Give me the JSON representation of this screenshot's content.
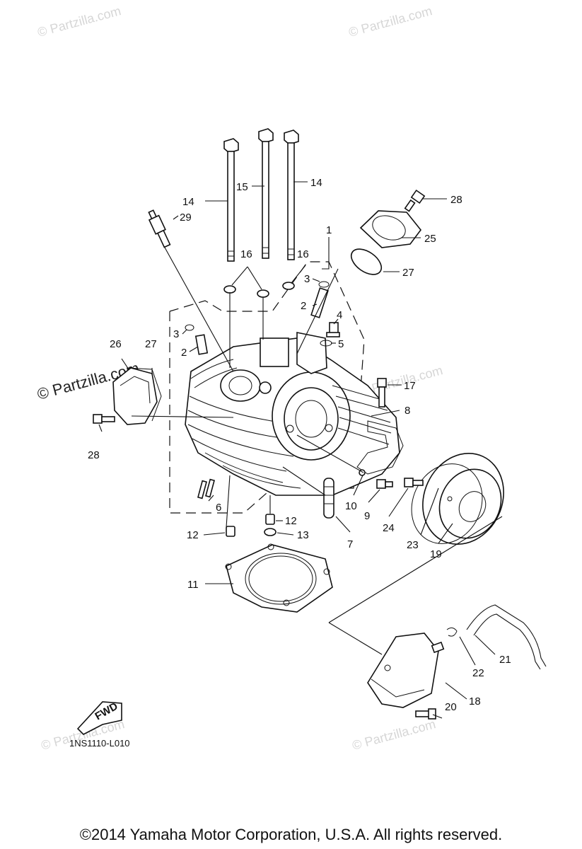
{
  "watermark_text": "© Partzilla.com",
  "watermark_brand": "© Partzilla.com",
  "fwd_label": "FWD",
  "diagram_code": "1NS1110-L010",
  "copyright": "©2014  Yamaha Motor Corporation, U.S.A. All rights reserved.",
  "callouts": {
    "c1": "1",
    "c2a": "2",
    "c2b": "2",
    "c3a": "3",
    "c3b": "3",
    "c4": "4",
    "c5": "5",
    "c6": "6",
    "c7": "7",
    "c8": "8",
    "c9": "9",
    "c10": "10",
    "c11": "11",
    "c12a": "12",
    "c12b": "12",
    "c13": "13",
    "c14a": "14",
    "c14b": "14",
    "c15": "15",
    "c16a": "16",
    "c16b": "16",
    "c17": "17",
    "c18": "18",
    "c19": "19",
    "c20": "20",
    "c21": "21",
    "c22": "22",
    "c23": "23",
    "c24": "24",
    "c25": "25",
    "c26": "26",
    "c27a": "27",
    "c27b": "27",
    "c28a": "28",
    "c28b": "28",
    "c29": "29"
  }
}
